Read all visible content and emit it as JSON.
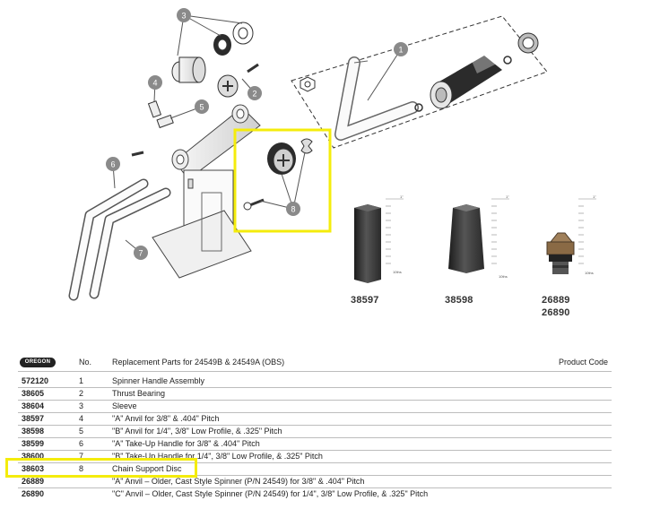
{
  "diagram": {
    "callouts": [
      "1",
      "2",
      "3",
      "4",
      "5",
      "6",
      "7",
      "8"
    ],
    "ruler_top_label": "1\"",
    "ruler_ticks": [
      "9",
      "8",
      "7",
      "6",
      "5",
      "4",
      "3",
      "2",
      "1"
    ],
    "ruler_unit": "10ths",
    "highlight_color": "#f4ec0c",
    "part_codes": [
      "38597",
      "38598",
      "26889",
      "26890"
    ]
  },
  "table": {
    "logo": "OREGON",
    "headers": {
      "no": "No.",
      "description": "Replacement Parts for 24549B & 24549A (OBS)",
      "code": "Product Code"
    },
    "rows": [
      {
        "code": "572120",
        "no": "1",
        "desc": "Spinner Handle Assembly"
      },
      {
        "code": "38605",
        "no": "2",
        "desc": "Thrust Bearing"
      },
      {
        "code": "38604",
        "no": "3",
        "desc": "Sleeve"
      },
      {
        "code": "38597",
        "no": "4",
        "desc": "\"A\" Anvil for 3/8\" & .404\" Pitch"
      },
      {
        "code": "38598",
        "no": "5",
        "desc": "\"B\" Anvil for 1/4\", 3/8\" Low Profile, & .325\" Pitch"
      },
      {
        "code": "38599",
        "no": "6",
        "desc": "\"A\" Take-Up Handle for 3/8\" & .404\" Pitch"
      },
      {
        "code": "38600",
        "no": "7",
        "desc": "\"B\" Take-Up Handle for 1/4\", 3/8\" Low Profile, & .325\" Pitch"
      },
      {
        "code": "38603",
        "no": "8",
        "desc": "Chain Support Disc"
      },
      {
        "code": "26889",
        "no": "",
        "desc": "\"A\" Anvil – Older, Cast Style Spinner (P/N 24549) for 3/8\" & .404\" Pitch"
      },
      {
        "code": "26890",
        "no": "",
        "desc": "\"C\" Anvil – Older, Cast Style Spinner (P/N 24549) for 1/4\", 3/8\" Low Profile, & .325\" Pitch"
      }
    ]
  }
}
